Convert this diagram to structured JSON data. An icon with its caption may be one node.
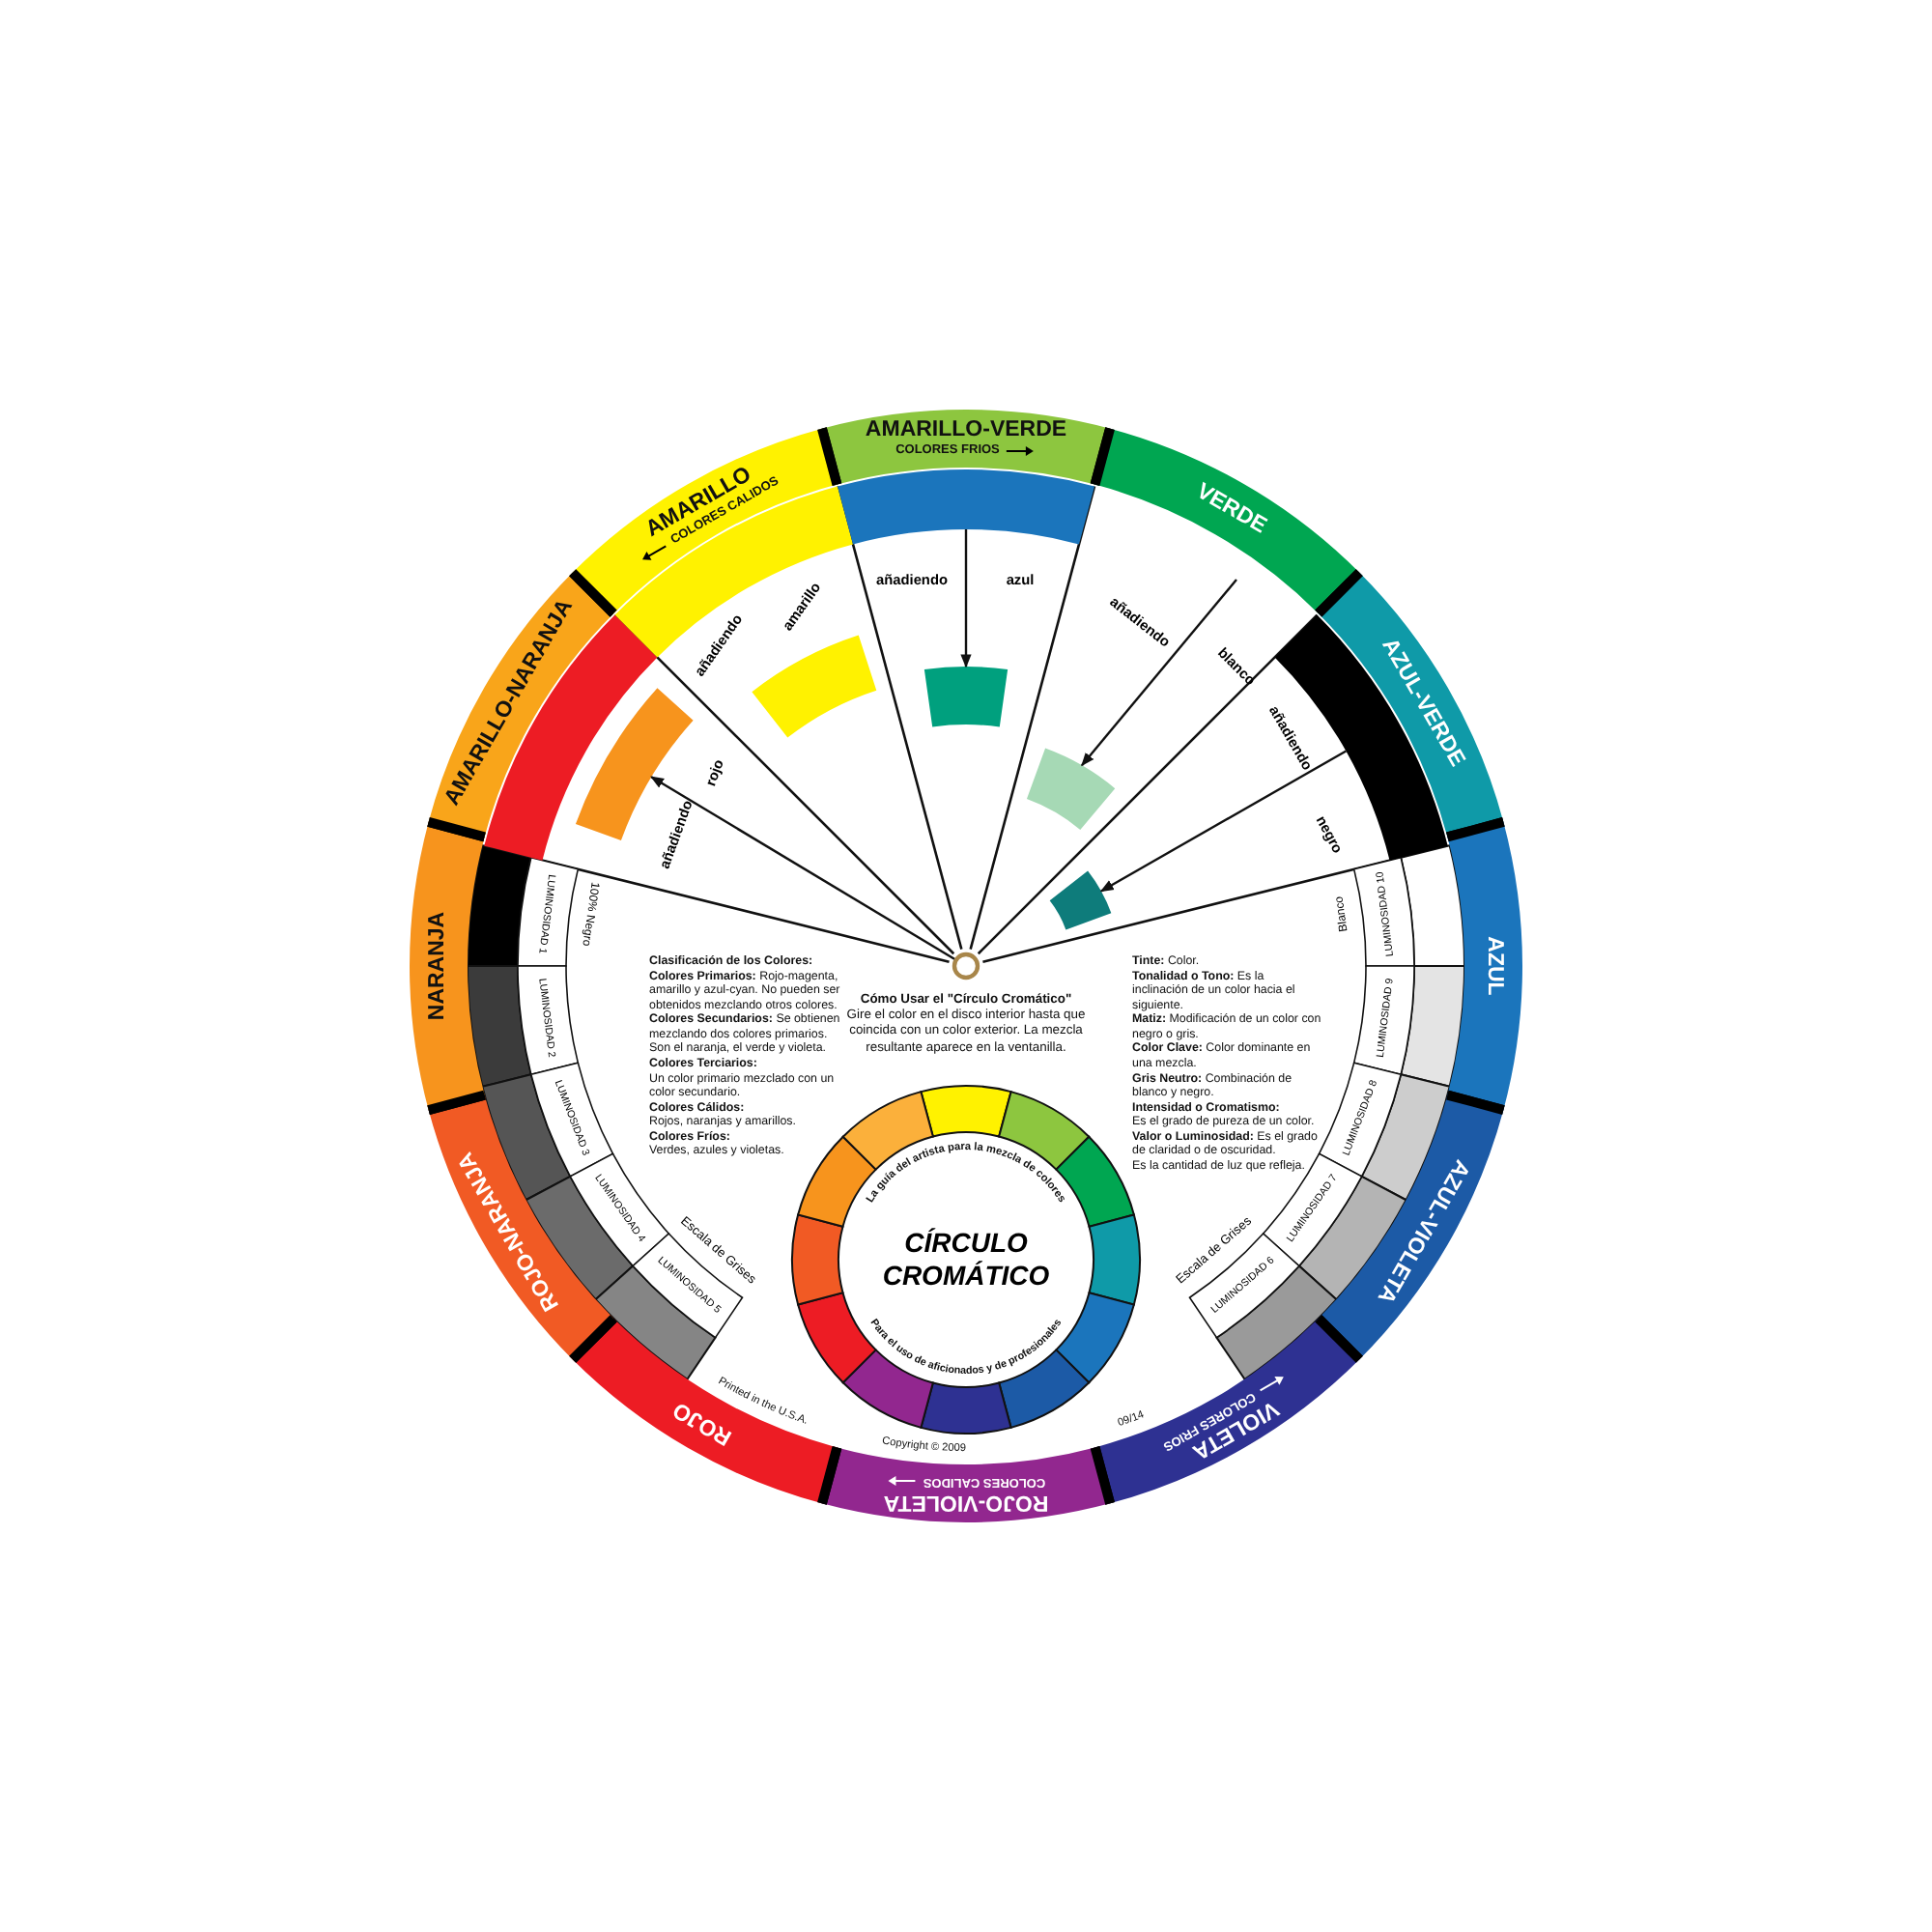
{
  "diagram": {
    "title": "CÍRCULO CROMÁTICO",
    "nodes": [
      {
        "text": [
          "AMARILLO-VERDE",
          "COLORES FRIOS"
        ]
      },
      {
        "text": [
          "VERDE"
        ]
      },
      {
        "text": [
          "AZUL-VERDE"
        ]
      },
      {
        "text": [
          "AZUL"
        ]
      },
      {
        "text": [
          "AZUL-VIOLETA"
        ]
      },
      {
        "text": [
          "VIOLETA",
          "COLORES FRIOS"
        ]
      },
      {
        "text": [
          "ROJO-VIOLETA",
          "COLORES CALIDOS"
        ]
      },
      {
        "text": [
          "ROJO"
        ]
      },
      {
        "text": [
          "ROJO-NARANJA"
        ]
      },
      {
        "text": [
          "NARANJA"
        ]
      },
      {
        "text": [
          "AMARILLO-NARANJA"
        ]
      },
      {
        "text": [
          "AMARILLO",
          "COLORES CALIDOS"
        ]
      },
      {
        "text": [],
        "shape": "circle"
      },
      {
        "text": [],
        "shape": "bar"
      },
      {
        "text": [],
        "shape": "bar"
      },
      {
        "text": [],
        "shape": "bar"
      },
      {
        "text": [],
        "shape": "bar"
      },
      {
        "text": [],
        "shape": "bar"
      },
      {
        "text": [],
        "shape": "bar"
      },
      {
        "text": [],
        "shape": "bar"
      },
      {
        "text": [],
        "shape": "bar"
      },
      {
        "text": [],
        "shape": "bar"
      }
    ],
    "edges": [
      {
        "from": 12,
        "to": 14,
        "arrow": "to"
      },
      {
        "from": 17,
        "to": 18,
        "arrow": "to"
      },
      {
        "from": null,
        "to": 19,
        "arrow": "to"
      },
      {
        "from": 21,
        "to": 20,
        "arrow": "to"
      }
    ],
    "labels": [
      "añadiendo",
      "amarillo",
      "añadiendo",
      "azul",
      "añadiendo",
      "blanco",
      "añadiendo",
      "rojo",
      "añadiendo",
      "negro",
      "LUMINOSIDAD 1",
      "100% Negro",
      "LUMINOSIDAD 2",
      "LUMINOSIDAD 3",
      "LUMINOSIDAD 4",
      "Escala de Grises",
      "LUMINOSIDAD 5",
      "LUMINOSIDAD 10",
      "Blanco",
      "LUMINOSIDAD 9",
      "LUMINOSIDAD 8",
      "LUMINOSIDAD 7",
      "Escala de Grises",
      "LUMINOSIDAD 6",
      "Clasificación de los Colores:",
      "**Colores Primarios:** Rojo-magenta, amarillo y azul-cyan. No pueden ser obtenidos mezclando otros colores.",
      "**Colores Secundarios:** Se obtienen mezclando dos colores primarios. Son el naranja, el verde y violeta.",
      "Colores Terciarios:",
      "Un color primario mezclado con un color secundario.",
      "Colores Cálidos:",
      "Rojos, naranjas y amarillos.",
      "Colores Fríos:",
      "Verdes, azules y violetas.",
      "Cómo Usar el \"Círculo Cromático\"",
      "Gire el color en el disco interior hasta que coincida con un color exterior. La mezcla resultante aparece en la ventanilla.",
      "**Tinte:** Color.",
      "**Tonalidad o Tono:** Es la inclinación de un color hacia el siguiente.",
      "**Matiz:** Modificación de un color con negro o gris.",
      "**Color Clave:** Color dominante en una mezcla.",
      "**Gris Neutro:** Combinación de blanco y negro.",
      "Intensidad o Cromatismo:",
      "Es el grado de pureza de un color.",
      "**Valor o Luminosidad:** Es el grado de claridad o de oscuridad.",
      "Es la cantidad de luz que refleja.",
      "La guía del artista para la mezcla de colores",
      "Para el uso de aficionados y de profesionales",
      "Printed in the U.S.A.",
      "Copyright © 2009",
      "09/14"
    ]
  }
}
